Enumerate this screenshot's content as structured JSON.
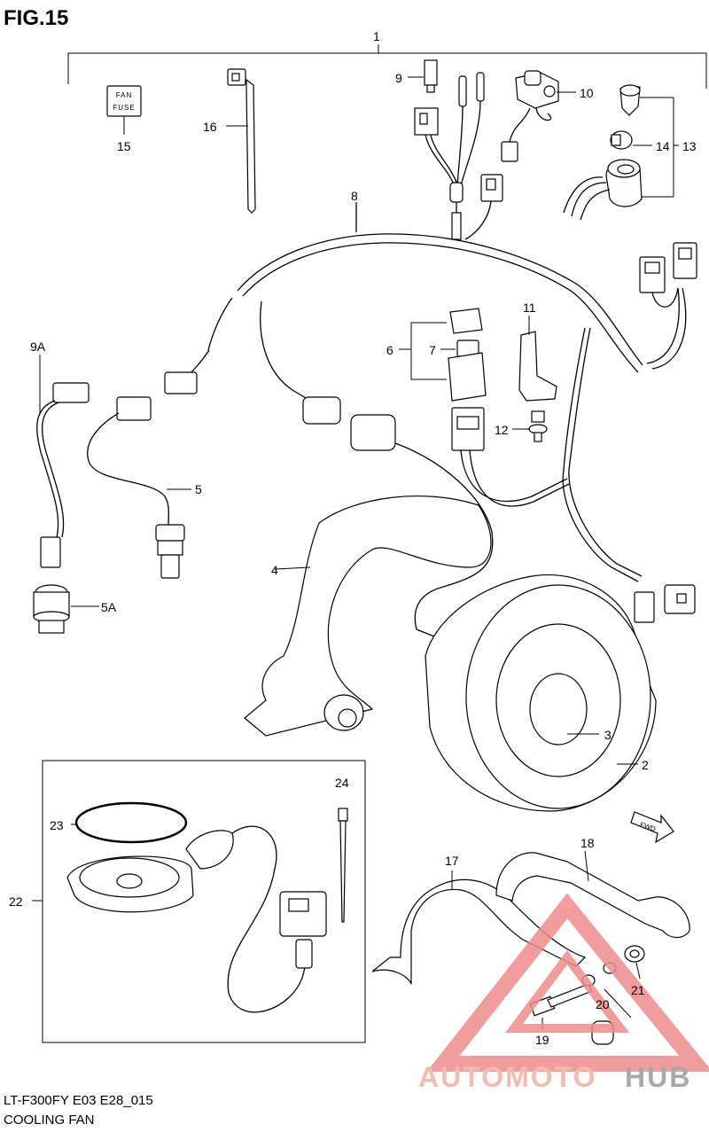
{
  "figure": {
    "title": "FIG.15"
  },
  "footer": {
    "code": "LT-F300FY E03 E28_015",
    "name": "COOLING FAN"
  },
  "fuse_label": {
    "line1": "FAN",
    "line2": "FUSE"
  },
  "fwd_label": "FWD",
  "watermark": {
    "text_left": "AUTOMOTO",
    "text_right": "HUB",
    "color_left": "#f2b0a0",
    "color_right": "#9a9a9a",
    "triangle_color": "#f08c8c"
  },
  "callouts": [
    {
      "id": "c1",
      "text": "1"
    },
    {
      "id": "c2",
      "text": "2"
    },
    {
      "id": "c3",
      "text": "3"
    },
    {
      "id": "c4",
      "text": "4"
    },
    {
      "id": "c5",
      "text": "5"
    },
    {
      "id": "c5a",
      "text": "5A"
    },
    {
      "id": "c6",
      "text": "6"
    },
    {
      "id": "c7",
      "text": "7"
    },
    {
      "id": "c8",
      "text": "8"
    },
    {
      "id": "c9",
      "text": "9"
    },
    {
      "id": "c9a",
      "text": "9A"
    },
    {
      "id": "c10",
      "text": "10"
    },
    {
      "id": "c11",
      "text": "11"
    },
    {
      "id": "c12",
      "text": "12"
    },
    {
      "id": "c13",
      "text": "13"
    },
    {
      "id": "c14",
      "text": "14"
    },
    {
      "id": "c15",
      "text": "15"
    },
    {
      "id": "c16",
      "text": "16"
    },
    {
      "id": "c17",
      "text": "17"
    },
    {
      "id": "c18",
      "text": "18"
    },
    {
      "id": "c19",
      "text": "19"
    },
    {
      "id": "c20",
      "text": "20"
    },
    {
      "id": "c21",
      "text": "21"
    },
    {
      "id": "c22",
      "text": "22"
    },
    {
      "id": "c23",
      "text": "23"
    },
    {
      "id": "c24",
      "text": "24"
    }
  ]
}
